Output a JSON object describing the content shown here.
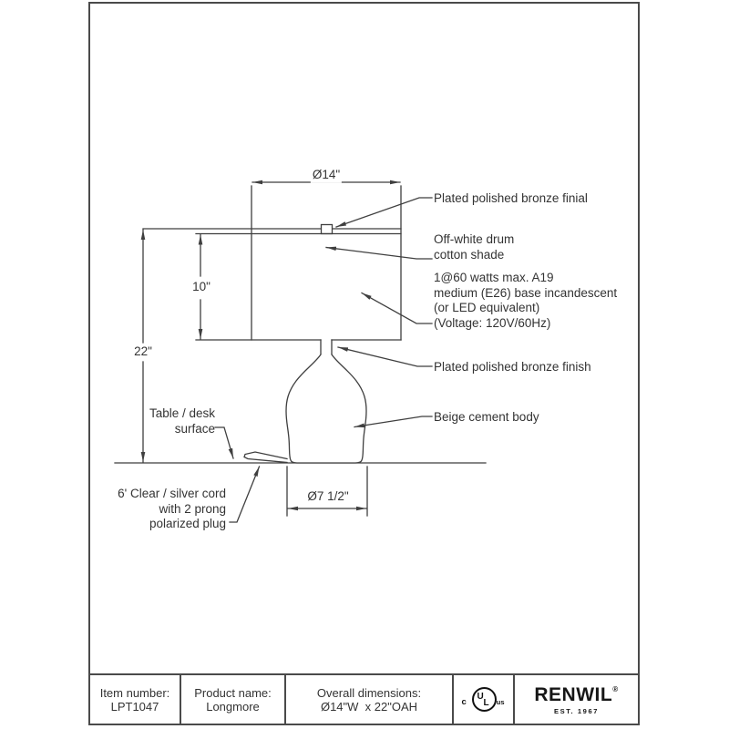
{
  "drawing": {
    "dimensions": {
      "shade_diameter": "Ø14\"",
      "shade_height": "10\"",
      "overall_height": "22\"",
      "base_diameter": "Ø7 1/2\""
    },
    "annotations": {
      "finial": "Plated polished bronze finial",
      "shade_line1": "Off-white drum",
      "shade_line2": "cotton shade",
      "bulb_line1": "1@60 watts max. A19",
      "bulb_line2": "medium (E26) base incandescent",
      "bulb_line3": "(or LED equivalent)",
      "bulb_line4": "(Voltage: 120V/60Hz)",
      "finish": "Plated polished bronze finish",
      "body": "Beige cement body",
      "surface_line1": "Table / desk",
      "surface_line2": "surface",
      "cord_line1": "6' Clear / silver cord",
      "cord_line2": "with 2 prong",
      "cord_line3": "polarized plug"
    }
  },
  "title_block": {
    "item_number_label": "Item number:",
    "item_number": "LPT1047",
    "product_name_label": "Product name:",
    "product_name": "Longmore",
    "overall_dimensions_label": "Overall dimensions:",
    "overall_dimensions": "Ø14\"W  x 22\"OAH",
    "ul_mark": {
      "left": "c",
      "letter_u": "U",
      "letter_l": "L",
      "right": "us"
    },
    "brand": "RENWIL",
    "brand_mark": "®",
    "brand_est": "EST. 1967"
  },
  "colors": {
    "line": "#3f3f3f",
    "frame": "#4a4a4a",
    "text": "#333333",
    "background": "#ffffff"
  }
}
